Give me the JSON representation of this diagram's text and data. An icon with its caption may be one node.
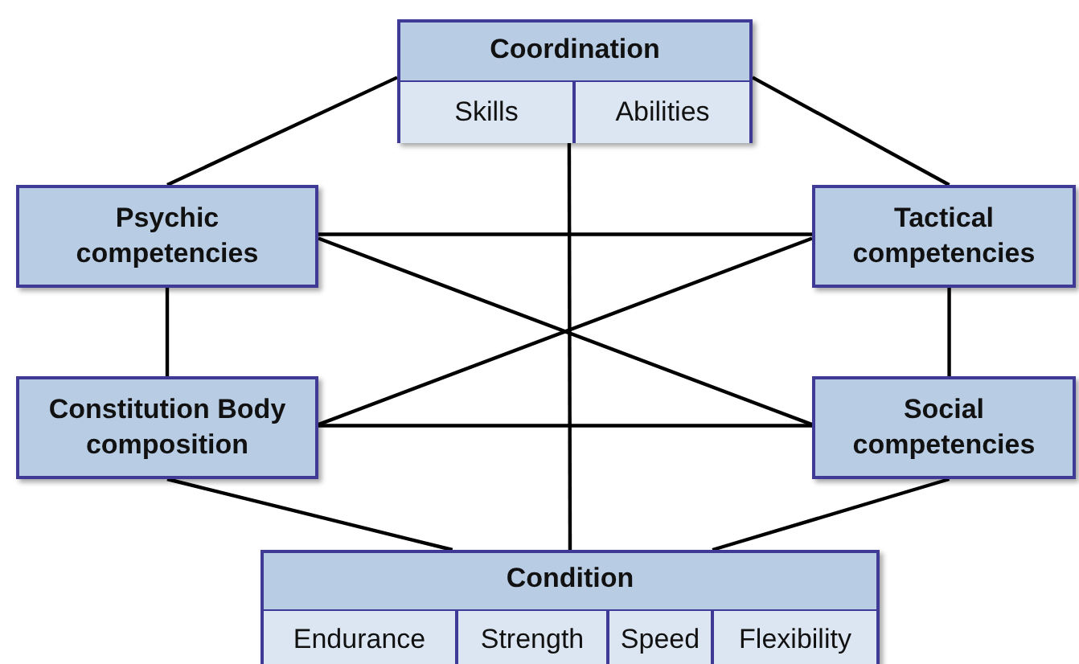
{
  "diagram": {
    "nodes": [
      {
        "text": [
          "Coordination"
        ]
      },
      {
        "text": [
          "Skills"
        ],
        "in": 0
      },
      {
        "text": [
          "Abilities"
        ],
        "in": 0
      },
      {
        "text": [
          "Psychic competencies"
        ]
      },
      {
        "text": [
          "Tactical competencies"
        ]
      },
      {
        "text": [
          "Constitution Body composition"
        ]
      },
      {
        "text": [
          "Social competencies"
        ]
      },
      {
        "text": [
          "Condition"
        ]
      },
      {
        "text": [
          "Endurance"
        ],
        "in": 7
      },
      {
        "text": [
          "Strength"
        ],
        "in": 7
      },
      {
        "text": [
          "Speed"
        ],
        "in": 7
      },
      {
        "text": [
          "Flexibility"
        ],
        "in": 7
      }
    ],
    "edges": [
      {
        "from": 0,
        "to": 3,
        "arrow": "none"
      },
      {
        "from": 0,
        "to": 4,
        "arrow": "none"
      },
      {
        "from": 0,
        "to": 7,
        "arrow": "none"
      },
      {
        "from": 3,
        "to": 4,
        "arrow": "none"
      },
      {
        "from": 3,
        "to": 6,
        "arrow": "none"
      },
      {
        "from": 4,
        "to": 5,
        "arrow": "none"
      },
      {
        "from": 3,
        "to": 5,
        "arrow": "none"
      },
      {
        "from": 4,
        "to": 6,
        "arrow": "none"
      },
      {
        "from": 5,
        "to": 6,
        "arrow": "none"
      },
      {
        "from": 5,
        "to": 7,
        "arrow": "none"
      },
      {
        "from": 6,
        "to": 7,
        "arrow": "none"
      }
    ]
  }
}
